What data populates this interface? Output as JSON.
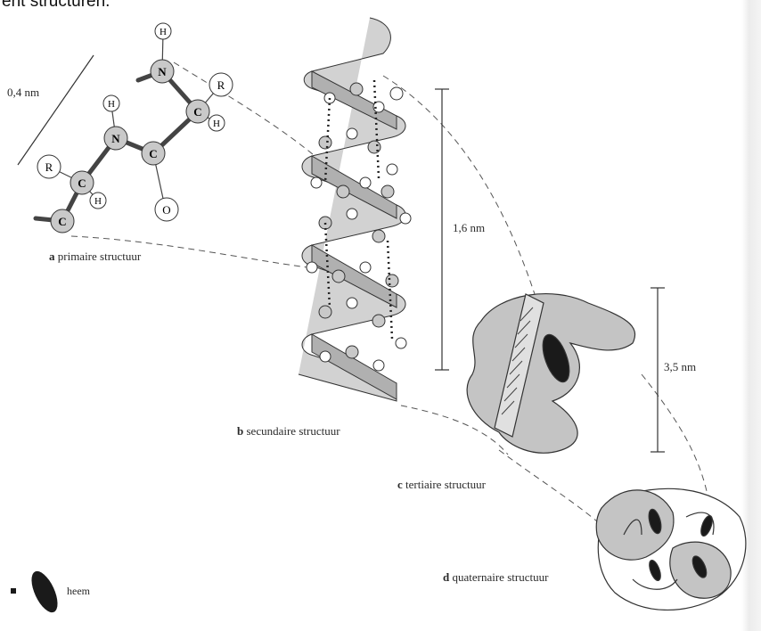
{
  "caption": "ent structuren.",
  "panels": {
    "a": {
      "letter": "a",
      "label": "primaire structuur"
    },
    "b": {
      "letter": "b",
      "label": "secundaire structuur"
    },
    "c": {
      "letter": "c",
      "label": "tertiaire structuur"
    },
    "d": {
      "letter": "d",
      "label": "quaternaire structuur"
    }
  },
  "dimensions": {
    "primary": "0,4 nm",
    "helix": "1,6 nm",
    "tertiary": "3,5 nm"
  },
  "atoms": {
    "N": "N",
    "C": "C",
    "H": "H",
    "R": "R",
    "O": "O"
  },
  "legend": {
    "label": "heem"
  },
  "colors": {
    "atom_fill": "#c9c9c9",
    "ribbon": "#b8b8b8",
    "heme": "#1a1a1a",
    "line": "#333333"
  }
}
